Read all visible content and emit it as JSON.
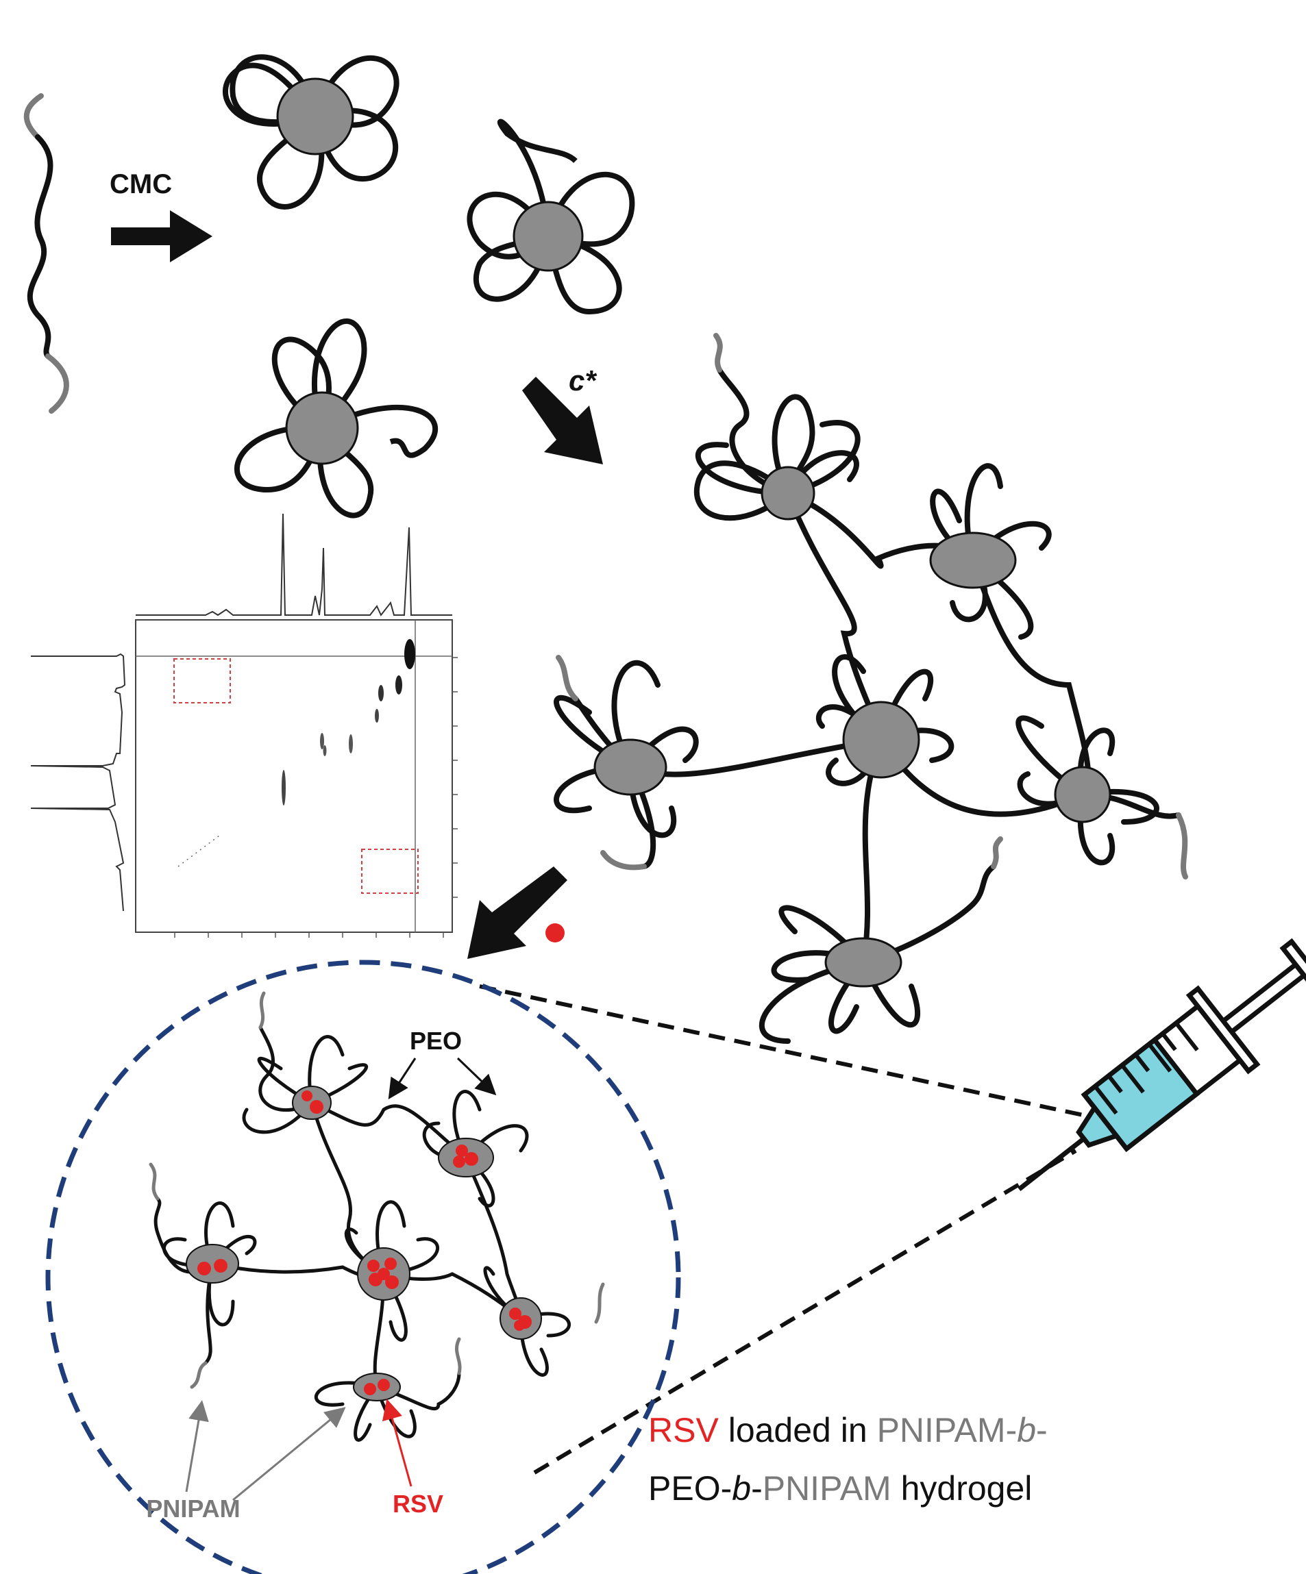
{
  "labels": {
    "cmc": "CMC",
    "c_star": "c*",
    "peo": "PEO",
    "pnipam": "PNIPAM",
    "rsv": "RSV"
  },
  "caption": {
    "line1": [
      {
        "text": "RSV",
        "style": "red"
      },
      {
        "text": " loaded in ",
        "style": "black"
      },
      {
        "text": "PNIPAM",
        "style": "grey"
      },
      {
        "text": "-",
        "style": "grey"
      },
      {
        "text": "b",
        "style": "grey-italic"
      },
      {
        "text": "-",
        "style": "grey"
      }
    ],
    "line2": [
      {
        "text": "PEO-",
        "style": "black"
      },
      {
        "text": "b",
        "style": "black-italic"
      },
      {
        "text": "-",
        "style": "black"
      },
      {
        "text": "PNIPAM",
        "style": "grey"
      },
      {
        "text": " hydrogel",
        "style": "black"
      }
    ]
  },
  "colors": {
    "pnipam_grey": "#7a7a7a",
    "core_grey": "#8c8c8c",
    "rsv_red": "#e32424",
    "circle_blue": "#1f3d7a",
    "syringe_fill": "#7fd4df",
    "nmr_box_red": "#d04040"
  }
}
